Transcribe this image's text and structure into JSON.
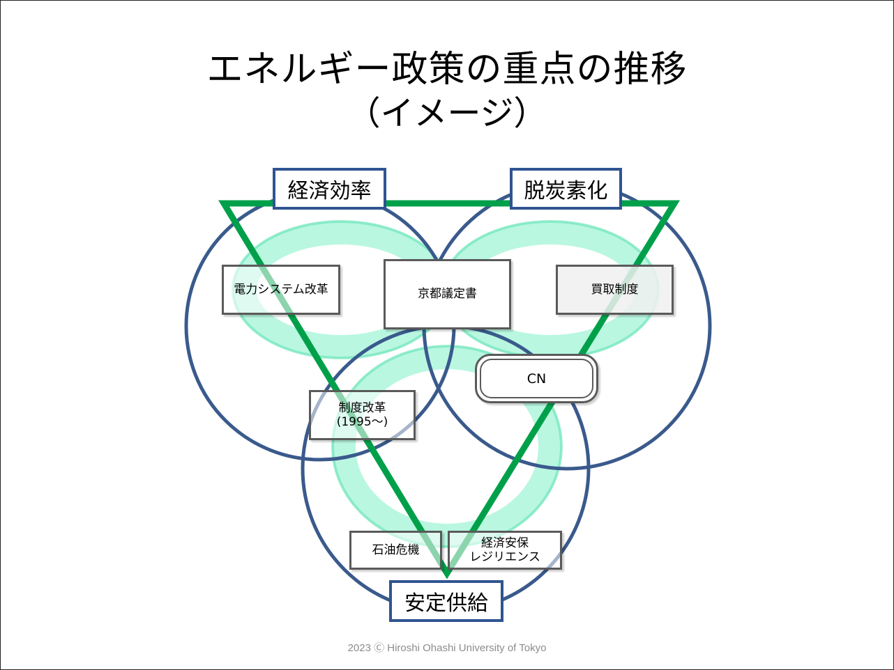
{
  "title": {
    "main": "エネルギー政策の重点の推移",
    "sub": "（イメージ）"
  },
  "circle_labels": {
    "economic_efficiency": "経済効率",
    "decarbonization": "脱炭素化",
    "stable_supply": "安定供給"
  },
  "boxes": {
    "power_system_reform": "電力システム改革",
    "kyoto_protocol": "京都議定書",
    "feed_in_tariff": "買取制度",
    "cn": "CN",
    "institutional_reform_line1": "制度改革",
    "institutional_reform_line2": "(1995～)",
    "oil_crisis": "石油危機",
    "economic_security_line1": "経済安保",
    "economic_security_line2": "レジリエンス"
  },
  "footer": "2023 Ⓒ   Hiroshi Ohashi University of Tokyo",
  "colors": {
    "circle_stroke": "#3a5a8c",
    "triangle_stroke": "#00a04a",
    "ribbon": "#7ff0c8",
    "label_border": "#2f5491"
  }
}
